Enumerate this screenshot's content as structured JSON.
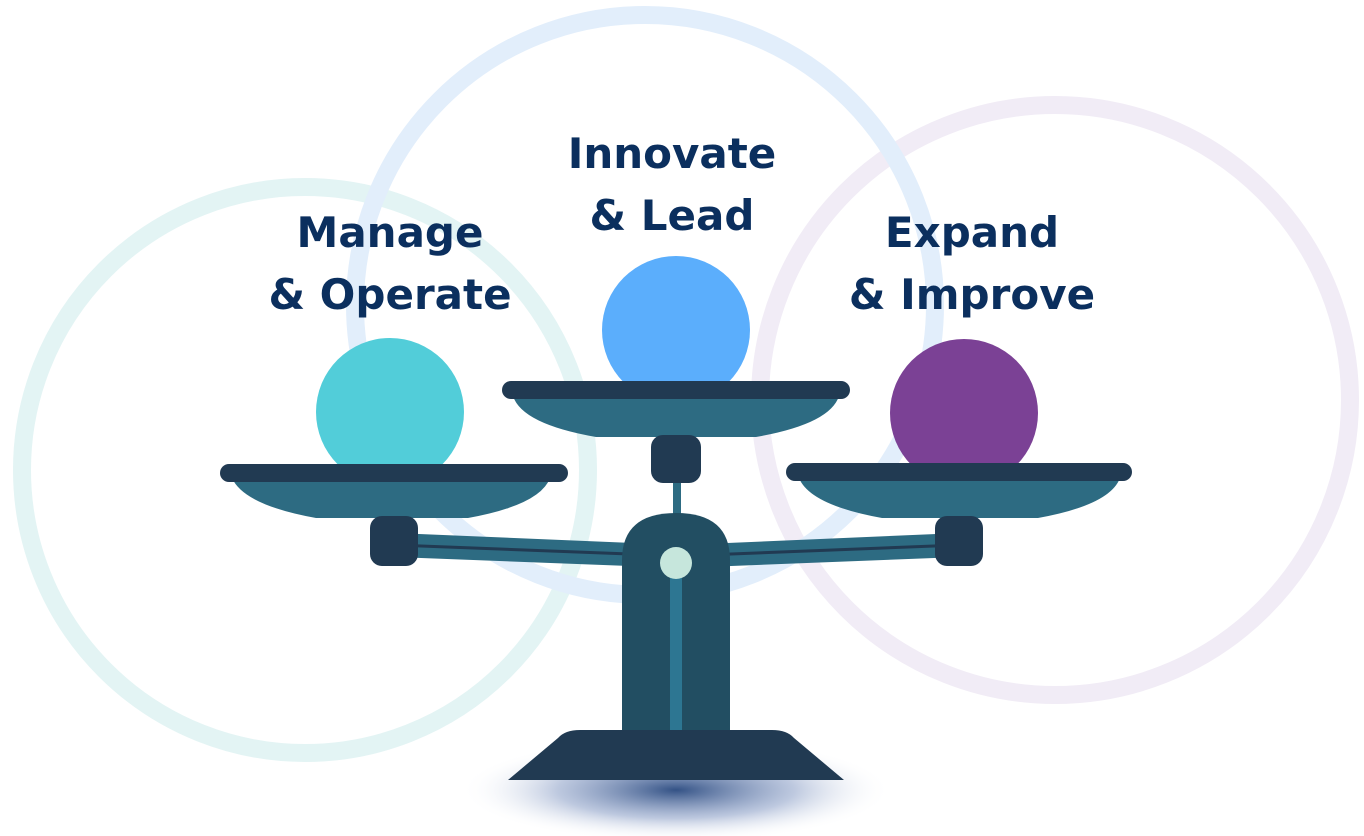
{
  "labels": {
    "left": {
      "line1": "Manage",
      "line2": "& Operate"
    },
    "center": {
      "line1": "Innovate",
      "line2": "& Lead"
    },
    "right": {
      "line1": "Expand",
      "line2": "& Improve"
    }
  },
  "colors": {
    "label_text": "#0b2f5e",
    "ball_left": "#52cdd9",
    "ball_center": "#5baefc",
    "ball_right": "#7b4195",
    "pan_dark": "#213a52",
    "pan_light": "#2d6b82",
    "ring_teal": "#e3f4f4",
    "ring_blue": "#e2eefb",
    "ring_purple": "#f1ecf6"
  }
}
